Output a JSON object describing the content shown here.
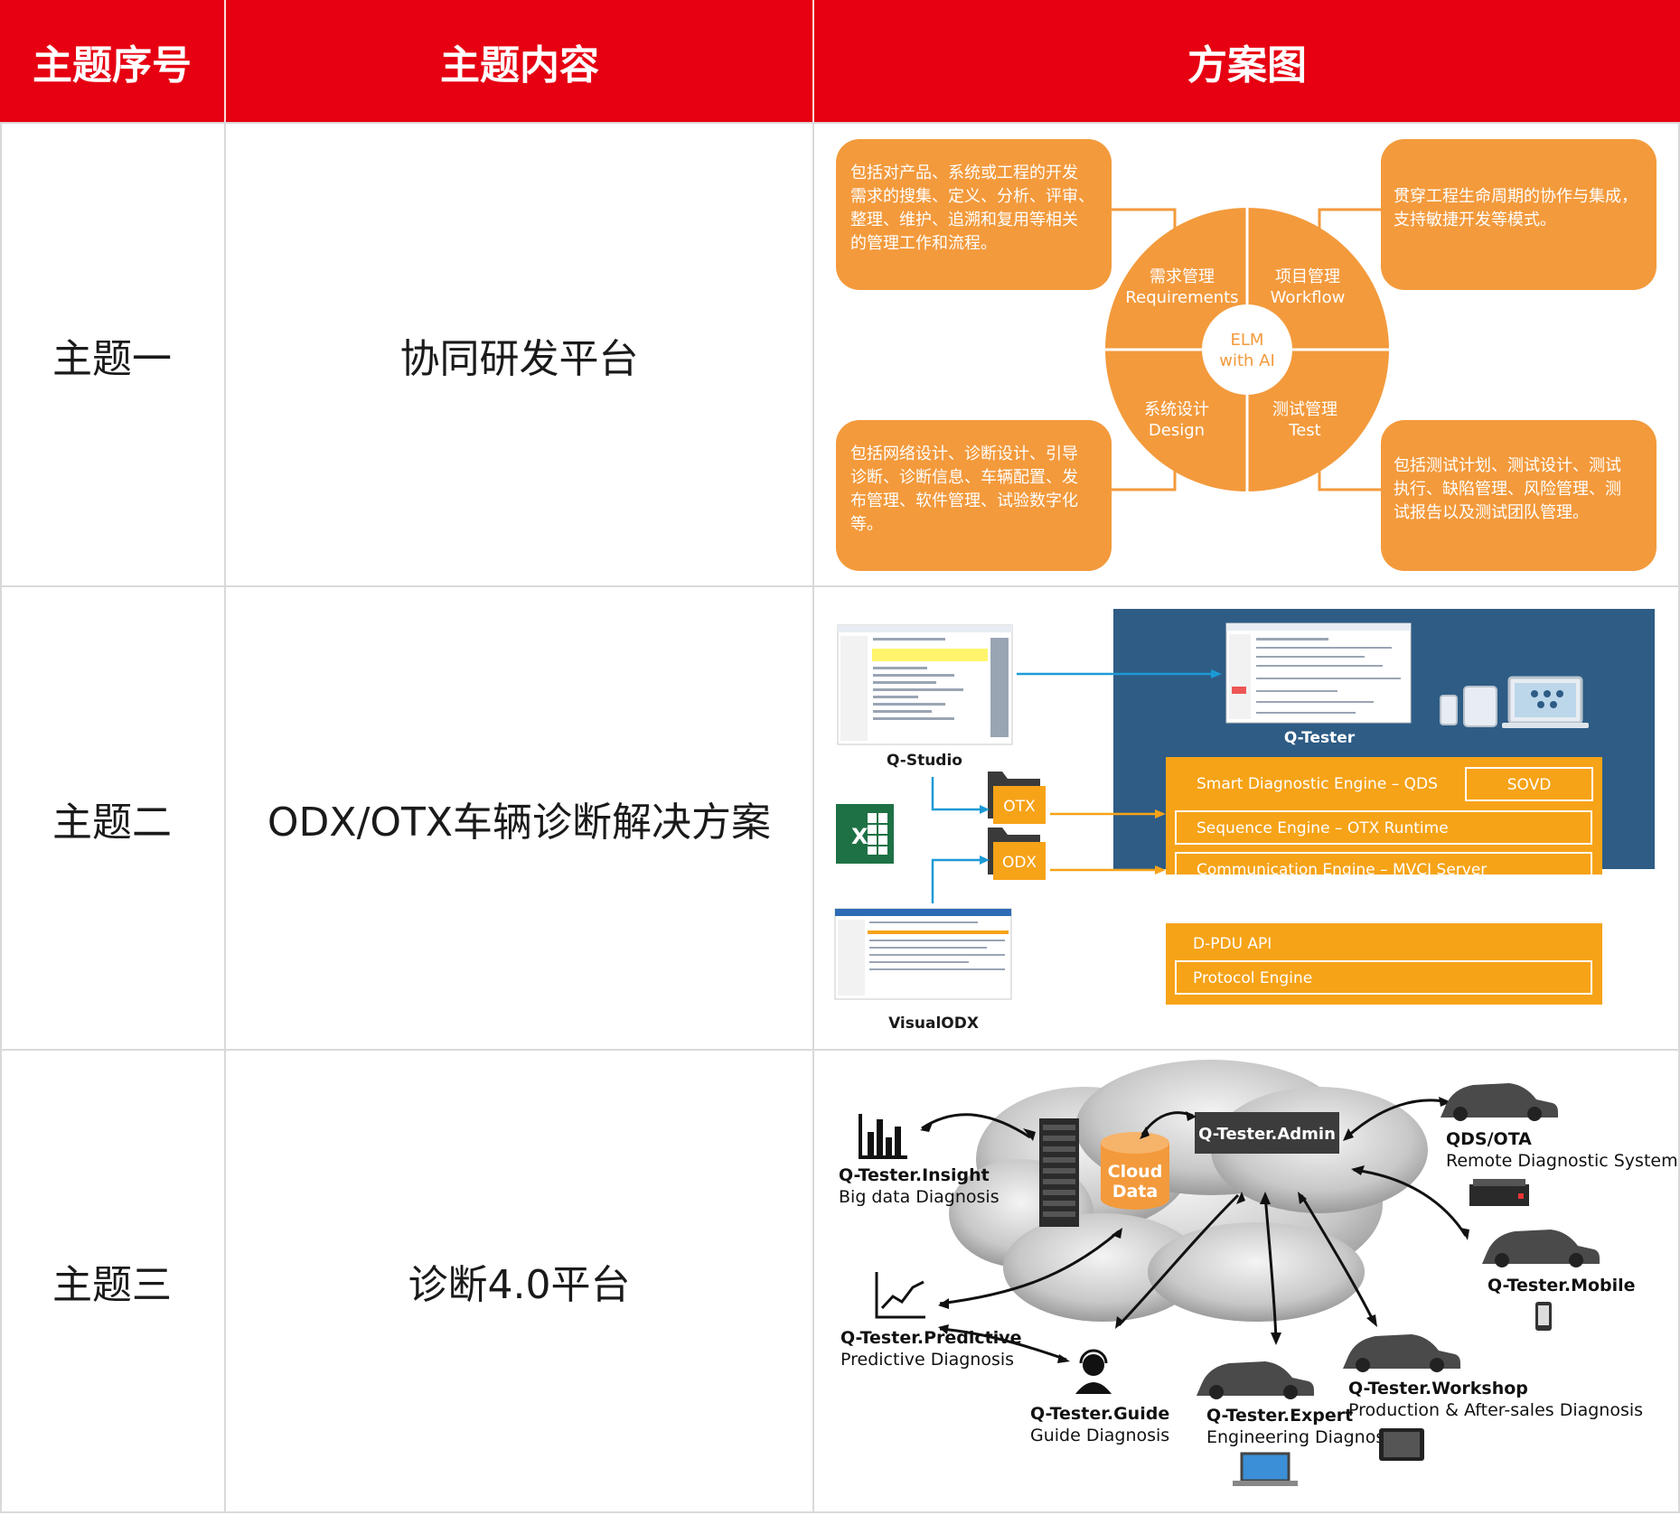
{
  "header": {
    "col1": "主题序号",
    "col2": "主题内容",
    "col3": "方案图"
  },
  "rows": [
    {
      "number": "主题一",
      "content": "协同研发平台"
    },
    {
      "number": "主题二",
      "content": "ODX/OTX车辆诊断解决方案"
    },
    {
      "number": "主题三",
      "content": "诊断4.0平台"
    }
  ],
  "colors": {
    "header_red": "#e60012",
    "orange": "#f39a3c",
    "navy": "#2e5c85",
    "amber": "#f6a318"
  },
  "diagram1": {
    "center_line1": "ELM",
    "center_line2": "with AI",
    "q1_cn": "需求管理",
    "q1_en": "Requirements",
    "q2_cn": "项目管理",
    "q2_en": "Workflow",
    "q3_cn": "系统设计",
    "q3_en": "Design",
    "q4_cn": "测试管理",
    "q4_en": "Test",
    "box_tl": [
      "包括对产品、系统或工程的开发",
      "需求的搜集、定义、分析、评审、",
      "整理、维护、追溯和复用等相关",
      "的管理工作和流程。"
    ],
    "box_tr": [
      "贯穿工程生命周期的协作与集成，",
      "支持敏捷开发等模式。"
    ],
    "box_bl": [
      "包括网络设计、诊断设计、引导",
      "诊断、诊断信息、车辆配置、发",
      "布管理、软件管理、试验数字化",
      "等。"
    ],
    "box_br": [
      "包括测试计划、测试设计、测试",
      "执行、缺陷管理、风险管理、测",
      "试报告以及测试团队管理。"
    ]
  },
  "diagram2": {
    "q_studio": "Q-Studio",
    "q_tester": "Q-Tester",
    "visual_odx": "VisualODX",
    "otx": "OTX",
    "odx": "ODX",
    "excel_icon": "excel-icon",
    "engine_title": "Smart Diagnostic Engine – QDS",
    "sovd": "SOVD",
    "sequence_engine": "Sequence Engine – OTX Runtime",
    "communication_engine": "Communication Engine – MVCI Server",
    "dpdu": "D-PDU API",
    "protocol_engine": "Protocol Engine"
  },
  "diagram3": {
    "cloud_data_1": "Cloud",
    "cloud_data_2": "Data",
    "admin": "Q-Tester.Admin",
    "insight_title": "Q-Tester.Insight",
    "insight_sub": "Big data Diagnosis",
    "predictive_title": "Q-Tester.Predictive",
    "predictive_sub": "Predictive Diagnosis",
    "guide_title": "Q-Tester.Guide",
    "guide_sub": "Guide Diagnosis",
    "expert_title": "Q-Tester.Expert",
    "expert_sub": "Engineering Diagnosis",
    "workshop_title": "Q-Tester.Workshop",
    "workshop_sub": "Production & After-sales Diagnosis",
    "mobile_title": "Q-Tester.Mobile",
    "qds_title": "QDS/OTA",
    "qds_sub": "Remote Diagnostic System"
  }
}
